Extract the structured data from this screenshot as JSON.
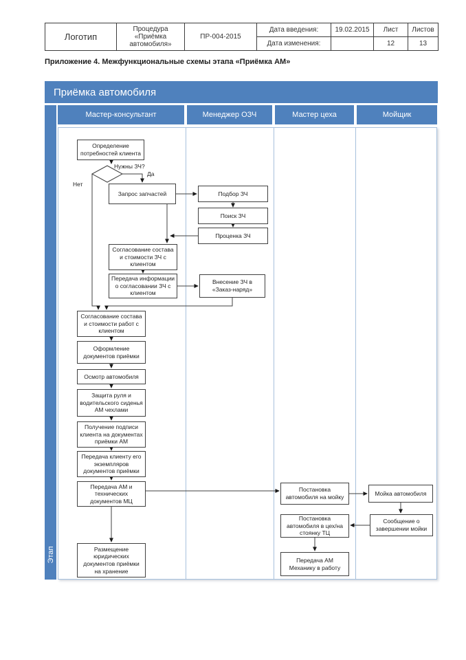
{
  "doc_header": {
    "logo": "Логотип",
    "procedure": "Процедура «Приёмка автомобиля»",
    "code": "ПР-004-2015",
    "intro_date_label": "Дата введения:",
    "intro_date": "19.02.2015",
    "change_date_label": "Дата изменения:",
    "change_date": "",
    "sheet_label": "Лист",
    "sheet_number": "12",
    "sheets_label": "Листов",
    "sheets_number": "13"
  },
  "page_title": "Приложение 4. Межфункциональные схемы этапа «Приёмка АМ»",
  "flowchart": {
    "title": "Приёмка автомобиля",
    "stage_label": "Этап",
    "colors": {
      "band_blue": "#4f81bd",
      "lane_border_blue": "#a6c0dd",
      "connector": "#3f3f3f"
    },
    "lanes": {
      "consultant": "Мастер-консультант",
      "ozch": "Менеджер ОЗЧ",
      "shop": "Мастер цеха",
      "washer": "Мойщик"
    },
    "decision": {
      "question": "Нужны ЗЧ?",
      "yes": "Да",
      "no": "Нет"
    },
    "nodes": {
      "needs": "Определение потребностей клиента",
      "request_parts": "Запрос запчастей",
      "agree_parts": "Согласование состава и стоимости ЗЧ с клиентом",
      "inform_agree": "Передача информации о согласовании ЗЧ с клиентом",
      "agree_works": "Согласование состава и стоимости работ с клиентом",
      "reception_docs": "Оформление документов приёмки",
      "inspect_car": "Осмотр автомобиля",
      "protect_car": "Защита руля и водительского сиденья АМ чехлами",
      "client_sign": "Получение подписи клиента на документах приёмки АМ",
      "client_copies": "Передача клиенту его экземпляров документов приёмки",
      "handover_docs": "Передача АМ и технических документов МЦ",
      "archive_docs": "Размещение юридических документов приёмки на хранение",
      "select_parts": "Подбор ЗЧ",
      "search_parts": "Поиск ЗЧ",
      "price_parts": "Проценка ЗЧ",
      "enter_order": "Внесение ЗЧ в «Заказ-наряд»",
      "to_wash": "Постановка автомобиля на мойку",
      "to_shop": "Постановка автомобиля в цех/на стоянку ТЦ",
      "to_mechanic": "Передача АМ Механику в работу",
      "wash_car": "Мойка автомобиля",
      "wash_done": "Сообщение о завершении мойки"
    }
  }
}
